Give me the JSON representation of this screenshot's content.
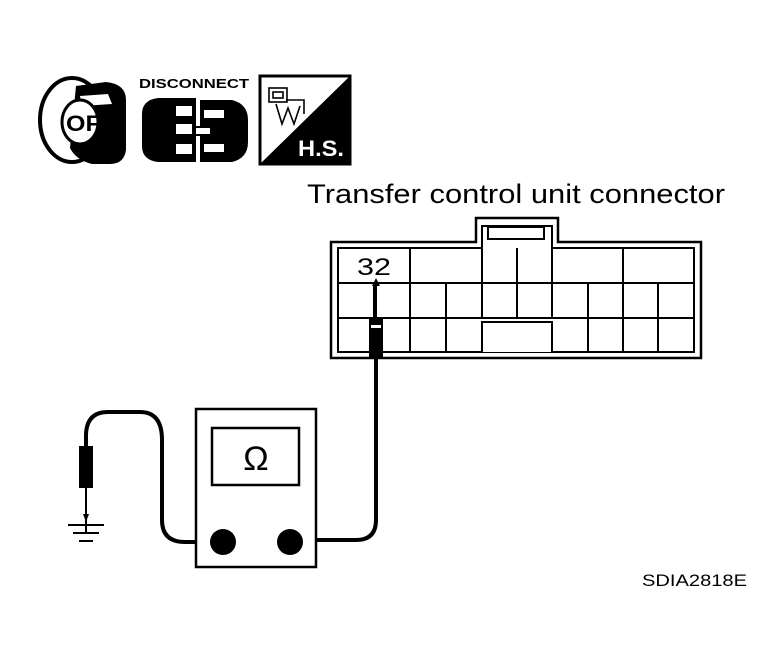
{
  "icons": {
    "key_label": "OFF",
    "disconnect_label": "DISCONNECT",
    "harness_label": "H.S."
  },
  "connector": {
    "title": "Transfer control unit connector",
    "terminal": "32"
  },
  "meter": {
    "symbol": "Ω"
  },
  "figure_id": "SDIA2818E"
}
